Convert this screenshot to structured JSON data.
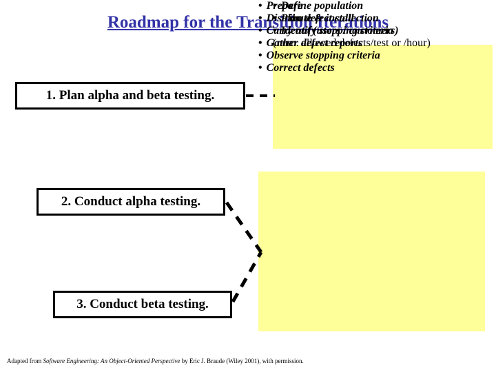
{
  "slide": {
    "title": "Roadmap for the Transition Iterations",
    "title_color": "#3333A8",
    "background_color": "#FFFFFF",
    "callout_fill_color": "#FFFF99",
    "box_border_color": "#000000",
    "text_color": "#000000"
  },
  "steps": [
    {
      "id": "step-1",
      "label": "1. Plan alpha and beta testing."
    },
    {
      "id": "step-2",
      "label": "2. Conduct alpha testing."
    },
    {
      "id": "step-3",
      "label": "3. Conduct beta testing."
    }
  ],
  "callouts": [
    {
      "id": "callout-plan",
      "bullet_glyph": "•",
      "items": [
        "Define population",
        "Plan defect collection",
        "Identify stopping criteria"
      ],
      "note": "(num. allowed defects/test or /hour)"
    },
    {
      "id": "callout-conduct",
      "bullet_glyph": "•",
      "items": [
        "Prepare",
        "Distribute & install",
        "Carry out (users / customers)",
        "Gather defect reports",
        "Observe stopping criteria",
        "Correct defects"
      ]
    }
  ],
  "connectors": [
    {
      "id": "connector-step1-to-callout-plan",
      "style": "dashed"
    },
    {
      "id": "connector-step2-to-callout-conduct",
      "style": "dashed"
    },
    {
      "id": "connector-step3-to-callout-conduct",
      "style": "dashed"
    }
  ],
  "credit": {
    "prefix": "Adapted from ",
    "book_title": "Software Engineering: An Object-Oriented Perspective",
    "suffix": " by Eric J. Braude (Wiley 2001), with permission."
  }
}
